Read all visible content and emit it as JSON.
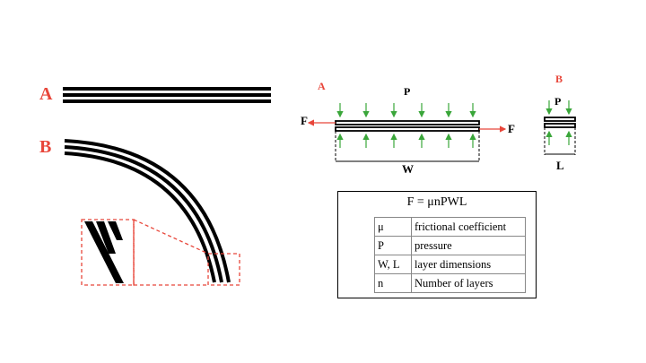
{
  "left_diagram": {
    "label_a": "A",
    "label_b": "B"
  },
  "right_diagram": {
    "label_a": "A",
    "label_b": "B",
    "force_left": "F",
    "force_right": "F",
    "pressure_a": "P",
    "pressure_b": "P",
    "width_label": "W",
    "length_label": "L"
  },
  "formula_box": {
    "equation": "F = μnPWL",
    "rows": [
      {
        "symbol": "μ",
        "description": "frictional coefficient"
      },
      {
        "symbol": "P",
        "description": "pressure"
      },
      {
        "symbol": "W, L",
        "description": "layer dimensions"
      },
      {
        "symbol": "n",
        "description": "Number of layers"
      }
    ]
  },
  "colors": {
    "label_red": "#e8463a",
    "force_arrow": "#e8463a",
    "pressure_arrow": "#3aa63a",
    "zoom_dashes": "#e8463a"
  }
}
